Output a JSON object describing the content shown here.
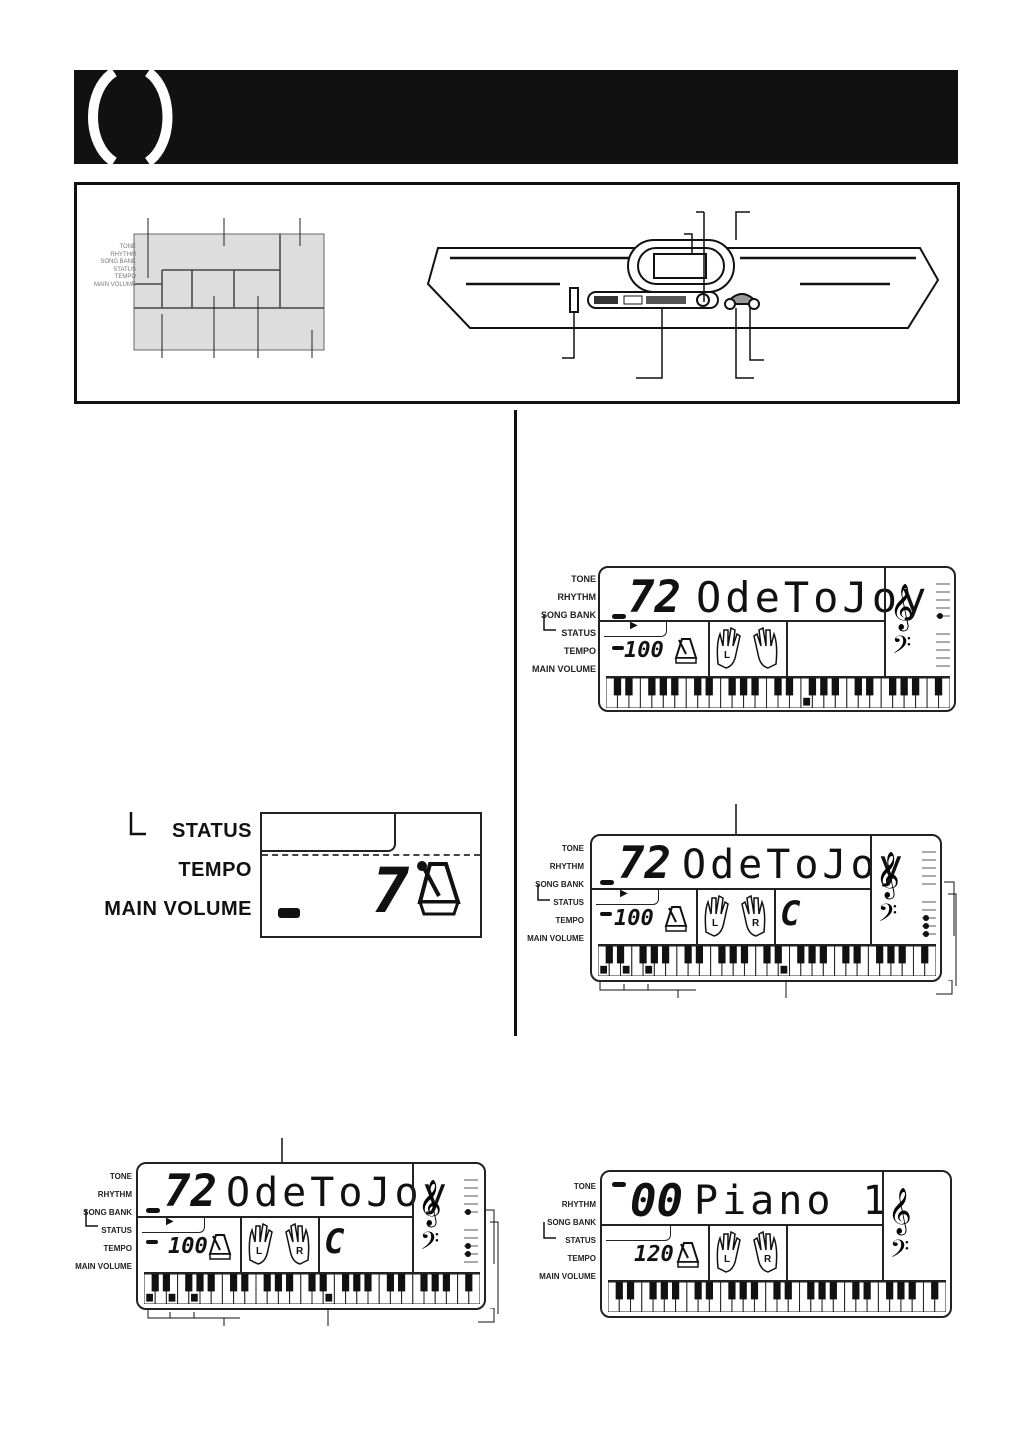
{
  "lcd_labels": {
    "tone": "TONE",
    "rhythm": "RHYTHM",
    "song_bank": "SONG BANK",
    "status": "STATUS",
    "tempo": "TEMPO",
    "main_volume": "MAIN VOLUME"
  },
  "display_1": {
    "number": "72",
    "name": "OdeToJoy",
    "tempo": "100"
  },
  "display_2": {
    "number": "72",
    "name": "OdeToJoy",
    "tempo": "100",
    "chord": "C"
  },
  "display_3": {
    "number": "72",
    "name": "OdeToJoy",
    "tempo": "100",
    "chord": "C"
  },
  "display_4": {
    "number": "00",
    "name": "Piano 1",
    "tempo": "120"
  },
  "status_detail": {
    "value": "7"
  },
  "hands": {
    "left": "L",
    "right": "R"
  }
}
